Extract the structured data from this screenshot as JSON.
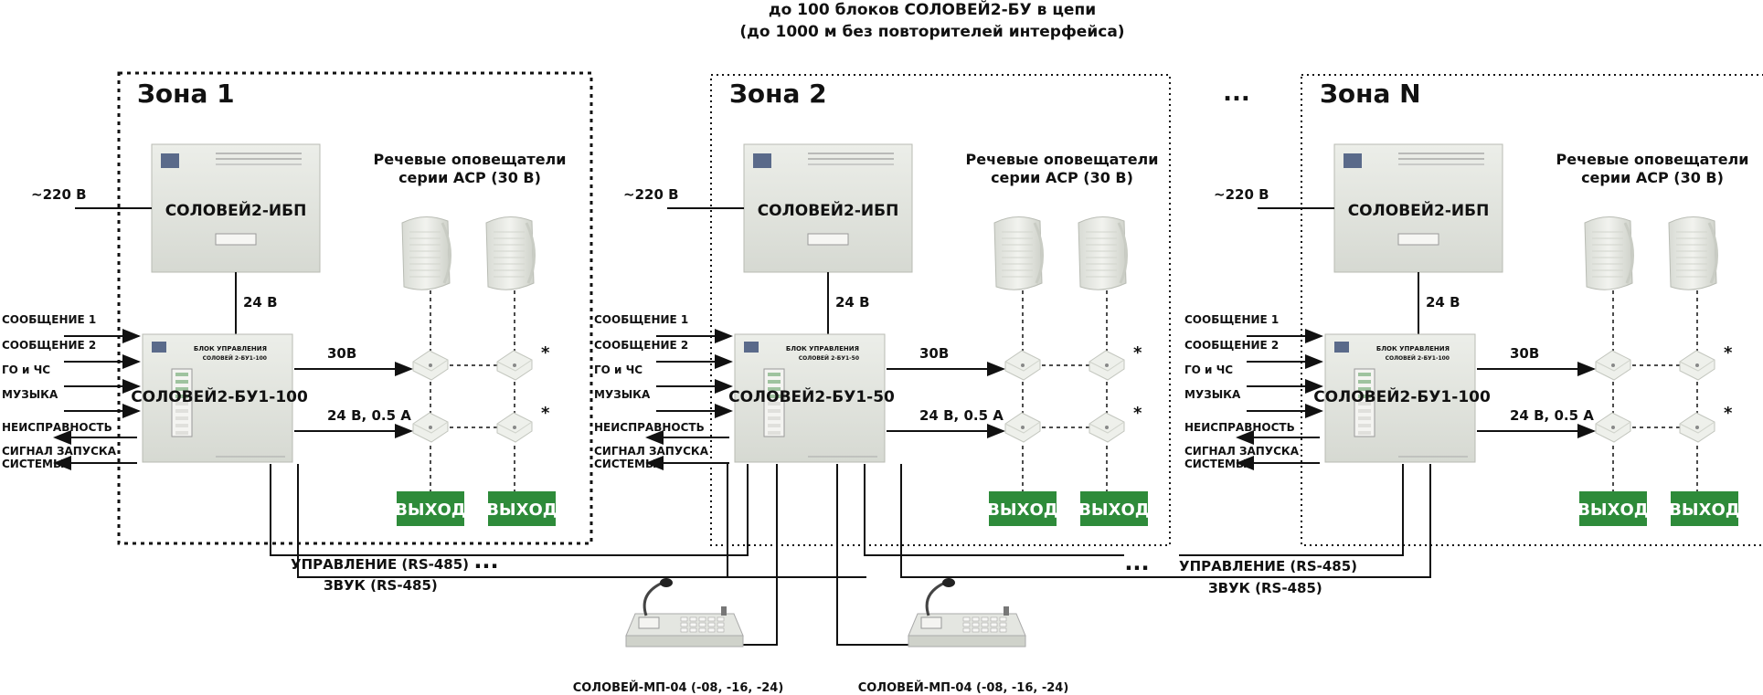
{
  "header": {
    "line1": "до 100 блоков СОЛОВЕЙ2-БУ в цепи",
    "line2": "(до 1000 м без повторителей интерфейса)"
  },
  "ellipsis": "...",
  "zones": [
    {
      "title": "Зона 1",
      "mains": "~220 В",
      "ups_name": "СОЛОВЕЙ2-ИБП",
      "dc_label": "24 В",
      "control_name": "СОЛОВЕЙ2-БУ1-100",
      "control_plate": "БЛОК УПРАВЛЕНИЯ",
      "control_plate2": "СОЛОВЕЙ 2-БУ1-100",
      "inputs": [
        "СООБЩЕНИЕ 1",
        "СООБЩЕНИЕ 2",
        "ГО и ЧС",
        "МУЗЫКА"
      ],
      "outputs": [
        "НЕИСПРАВНОСТЬ",
        "СИГНАЛ ЗАПУСКА",
        "СИСТЕМЫ"
      ],
      "out30": "30В",
      "out24": "24 В, 0.5 А",
      "speakers_title1": "Речевые оповещатели",
      "speakers_title2": "серии АСР (30 В)",
      "exit_labels": [
        "ВЫХОД",
        "ВЫХОД"
      ],
      "asterisk": "*"
    },
    {
      "title": "Зона 2",
      "mains": "~220 В",
      "ups_name": "СОЛОВЕЙ2-ИБП",
      "dc_label": "24 В",
      "control_name": "СОЛОВЕЙ2-БУ1-50",
      "control_plate": "БЛОК УПРАВЛЕНИЯ",
      "control_plate2": "СОЛОВЕЙ 2-БУ1-50",
      "inputs": [
        "СООБЩЕНИЕ 1",
        "СООБЩЕНИЕ 2",
        "ГО и ЧС",
        "МУЗЫКА"
      ],
      "outputs": [
        "НЕИСПРАВНОСТЬ",
        "СИГНАЛ ЗАПУСКА",
        "СИСТЕМЫ"
      ],
      "out30": "30В",
      "out24": "24 В, 0.5 А",
      "speakers_title1": "Речевые оповещатели",
      "speakers_title2": "серии АСР (30 В)",
      "exit_labels": [
        "ВЫХОД",
        "ВЫХОД"
      ],
      "asterisk": "*"
    },
    {
      "title": "Зона N",
      "mains": "~220 В",
      "ups_name": "СОЛОВЕЙ2-ИБП",
      "dc_label": "24 В",
      "control_name": "СОЛОВЕЙ2-БУ1-100",
      "control_plate": "БЛОК УПРАВЛЕНИЯ",
      "control_plate2": "СОЛОВЕЙ 2-БУ1-100",
      "inputs": [
        "СООБЩЕНИЕ 1",
        "СООБЩЕНИЕ 2",
        "ГО и ЧС",
        "МУЗЫКА"
      ],
      "outputs": [
        "НЕИСПРАВНОСТЬ",
        "СИГНАЛ ЗАПУСКА",
        "СИСТЕМЫ"
      ],
      "out30": "30В",
      "out24": "24 В, 0.5 А",
      "speakers_title1": "Речевые оповещатели",
      "speakers_title2": "серии АСР (30 В)",
      "exit_labels": [
        "ВЫХОД",
        "ВЫХОД"
      ],
      "asterisk": "*"
    }
  ],
  "bus": {
    "control_label": "УПРАВЛЕНИЕ (RS-485)",
    "sound_label": "ЗВУК (RS-485)"
  },
  "microphones": [
    {
      "label": "СОЛОВЕЙ-МП-04 (-08, -16, -24)"
    },
    {
      "label": "СОЛОВЕЙ-МП-04 (-08, -16, -24)"
    }
  ],
  "colors": {
    "exit_green": "#2e8b3a",
    "device_panel": "#e6e8e3",
    "line": "#111111"
  }
}
